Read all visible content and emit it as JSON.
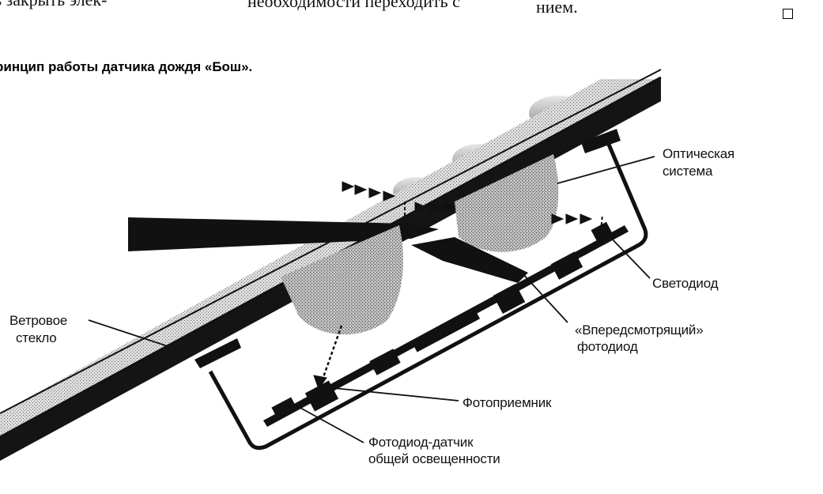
{
  "header_fragments": [
    "ь закрыть элек-",
    "необходимости переходить с",
    "нием."
  ],
  "caption": "ринцип работы датчика дождя «Бош».",
  "labels": {
    "optical_system": [
      "Оптическая",
      "система"
    ],
    "led": "Светодиод",
    "forward_photodiode": [
      "«Впередсмотрящий»",
      "фотодиод"
    ],
    "windshield": [
      "Ветровое",
      "стекло"
    ],
    "photoreceiver": "Фотоприемник",
    "ambient_photodiode": [
      "Фотодиод-датчик",
      "общей освещенности"
    ]
  },
  "colors": {
    "ink": "#111111",
    "paper": "#ffffff",
    "grey": "#9a9a9a"
  },
  "icons": [
    "checkbox-icon",
    "arrowhead-icon"
  ]
}
